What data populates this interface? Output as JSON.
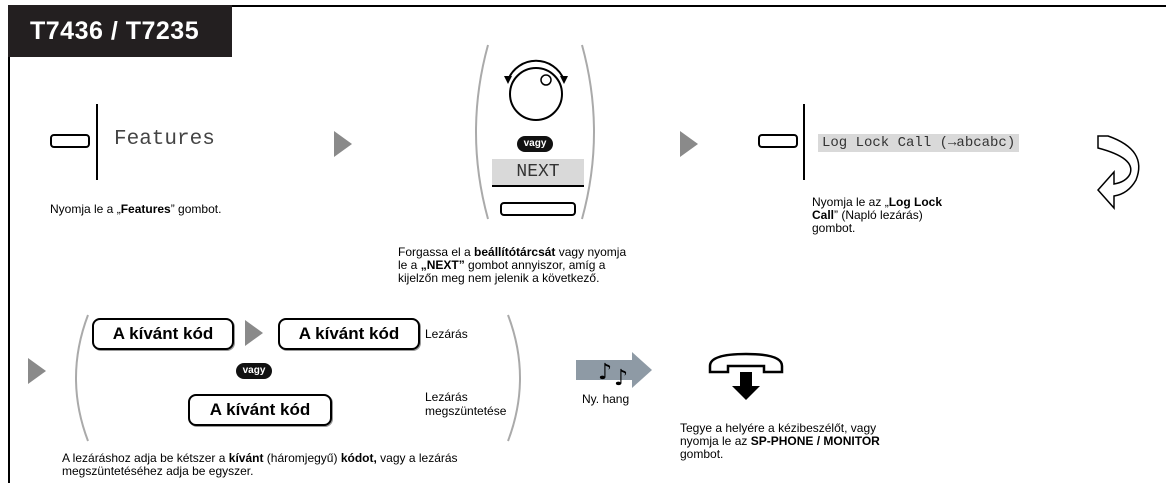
{
  "title": "T7436 / T7235",
  "step1": {
    "display": "Features",
    "caption_pre": "Nyomja le a „",
    "caption_bold": "Features",
    "caption_post": "” gombot."
  },
  "step2": {
    "vagy": "vagy",
    "next_label": "NEXT",
    "caption_l1_pre": "Forgassa el a ",
    "caption_l1_bold": "beállítótárcsát",
    "caption_l1_post": " vagy nyomja",
    "caption_l2_pre": "le a ",
    "caption_l2_bold": "„NEXT”",
    "caption_l2_post": " gombot annyiszor, amíg a",
    "caption_l3": "kijelzőn meg nem jelenik a következő."
  },
  "step3": {
    "display": "Log Lock Call (→abcabc)",
    "caption_l1_pre": "Nyomja le az „",
    "caption_l1_bold": "Log Lock",
    "caption_l2_bold": "Call",
    "caption_l2_post": "” (Napló lezárás)",
    "caption_l3": "gombot."
  },
  "step4": {
    "code1": "A kívánt kód",
    "code2": "A kívánt kód",
    "code3": "A kívánt kód",
    "vagy": "vagy",
    "lock_label": "Lezárás",
    "unlock_l1": "Lezárás",
    "unlock_l2": "megszüntetése",
    "caption_l1_pre": "A lezáráshoz adja be kétszer a ",
    "caption_l1_bold1": "kívánt",
    "caption_l1_mid": " (háromjegyű) ",
    "caption_l1_bold2": "kódot,",
    "caption_l1_post": " vagy a lezárás",
    "caption_l2": "megszüntetéséhez adja be egyszer."
  },
  "step5": {
    "tone_label": "Ny. hang"
  },
  "step6": {
    "caption_l1": "Tegye a helyére a kézibeszélőt, vagy",
    "caption_l2_pre": "nyomja le az ",
    "caption_l2_bold": "SP-PHONE / MONITOR",
    "caption_l3": "gombot."
  },
  "colors": {
    "arrow": "#8a8a8a",
    "title_bg": "#231f20",
    "lcd_bg": "#d9d9d9",
    "tone_arrow": "#8e9aa5"
  }
}
